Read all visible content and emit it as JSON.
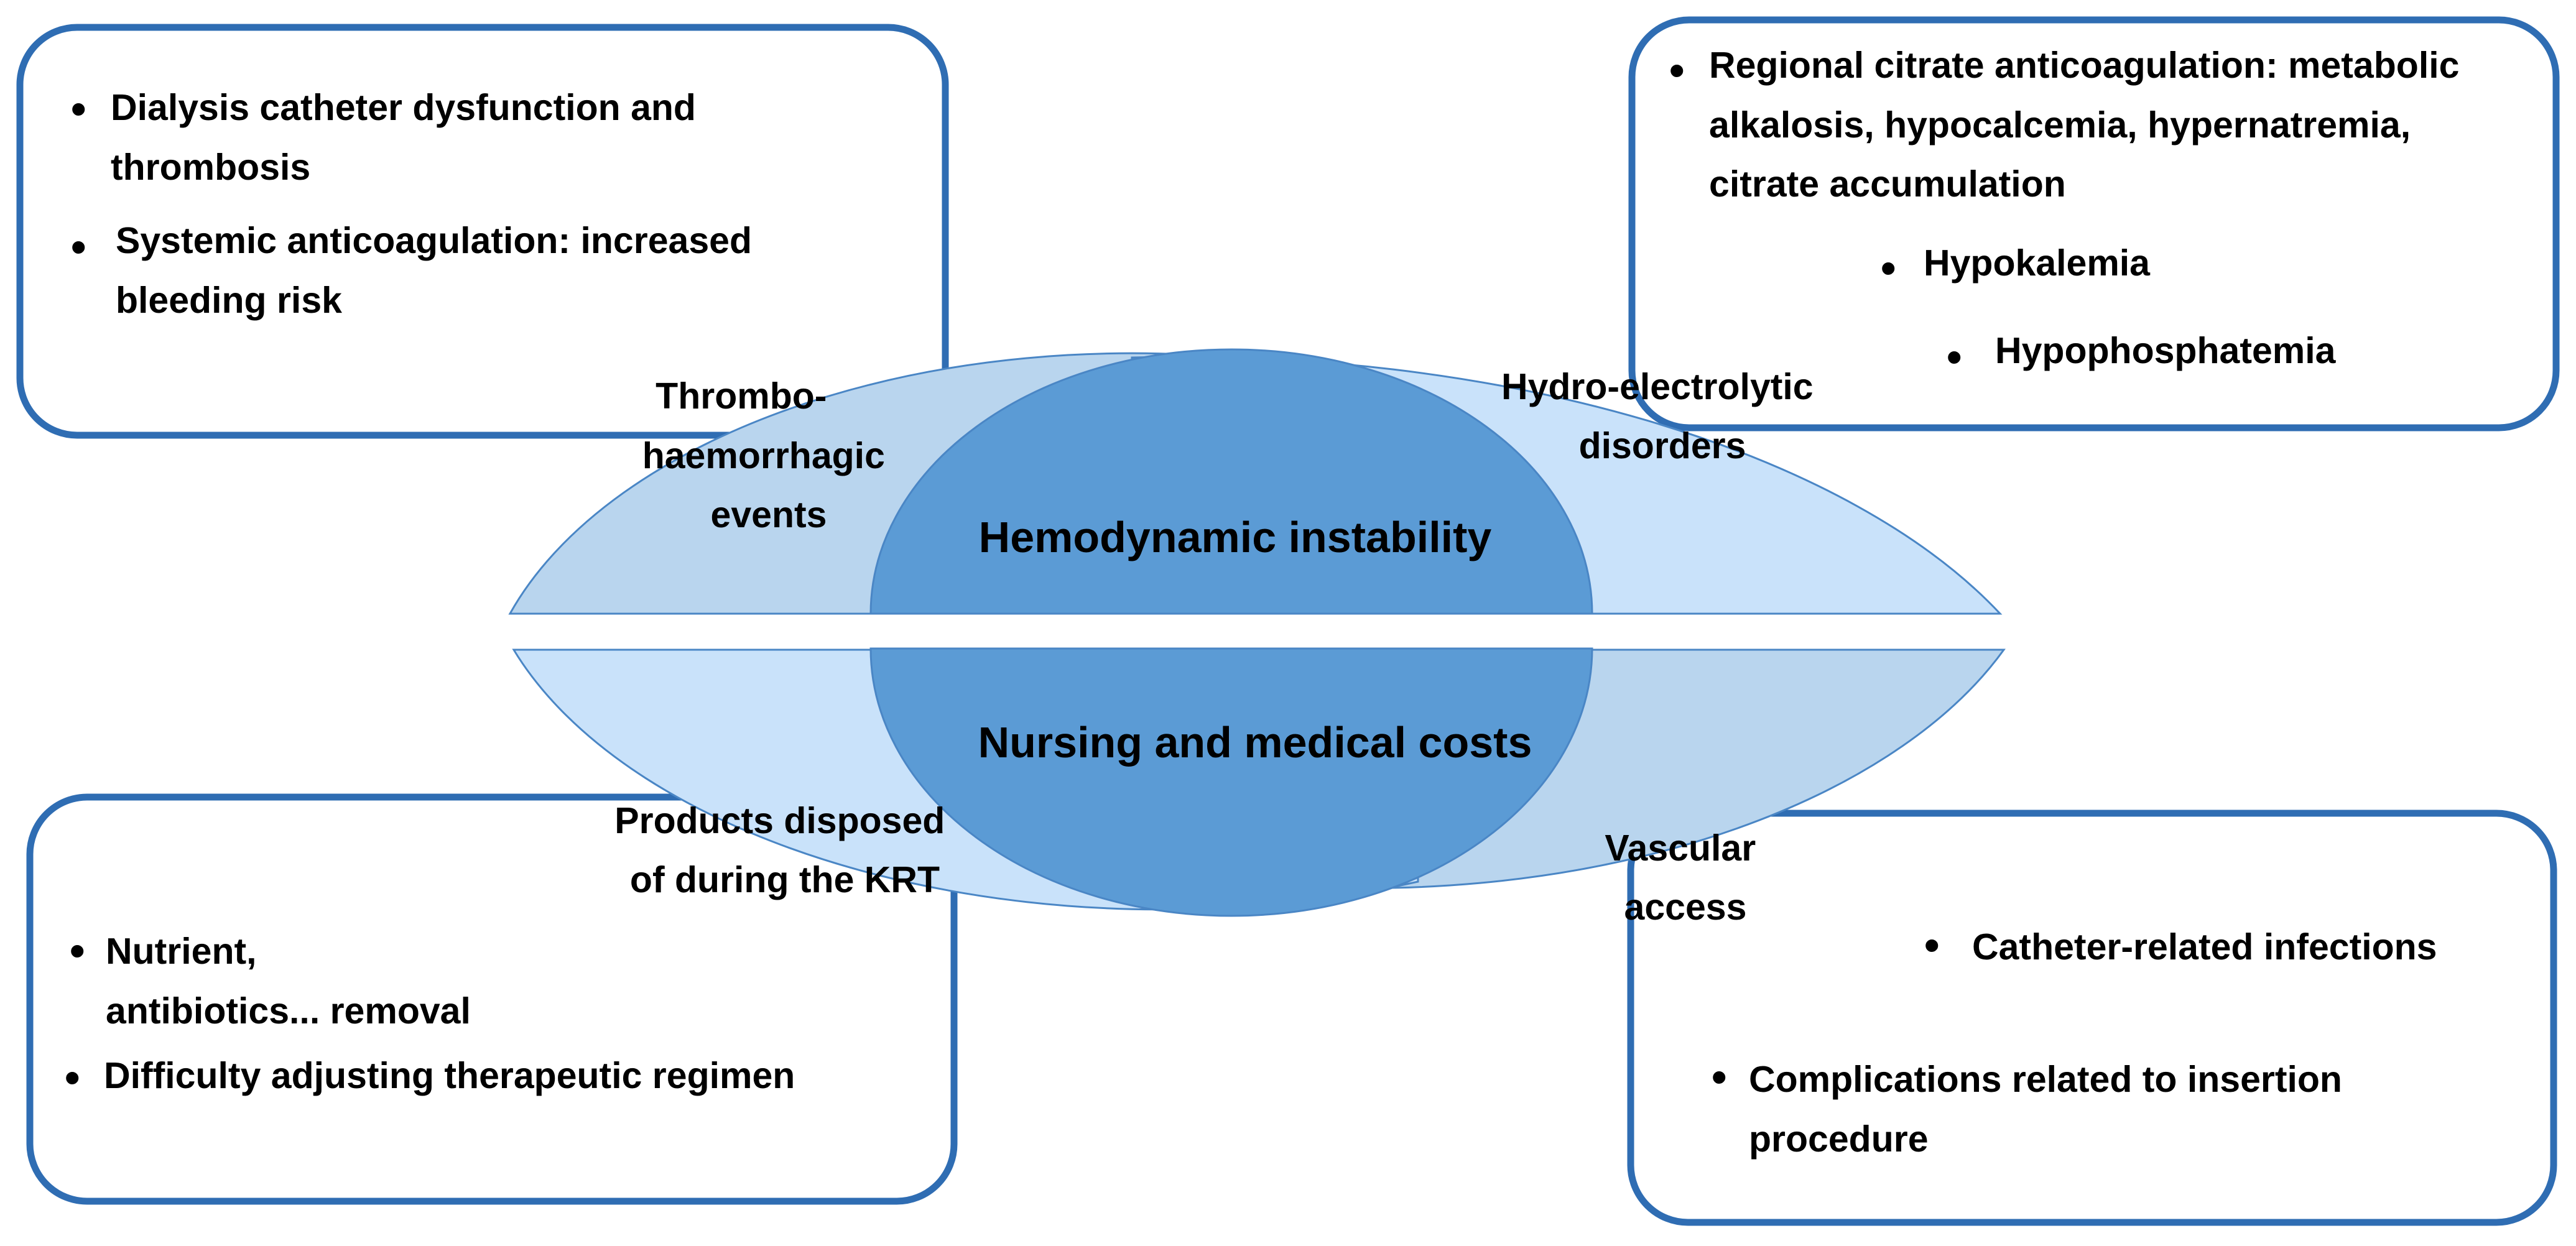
{
  "colors": {
    "box_border": "#2F6DB3",
    "light_fill": "#C9E2FA",
    "medium_fill": "#B9D5EE",
    "center_fill": "#5B9BD5",
    "ellipse_stroke": "#4A86C5"
  },
  "boxes": {
    "top_left": {
      "bullets": [
        [
          "Dialysis catheter dysfunction and",
          "thrombosis"
        ],
        [
          "Systemic anticoagulation: increased",
          "bleeding risk"
        ]
      ]
    },
    "top_right": {
      "bullets": [
        [
          "Regional citrate anticoagulation: metabolic",
          "alkalosis, hypocalcemia, hypernatremia,",
          "citrate accumulation"
        ],
        [
          "Hypokalemia"
        ],
        [
          "Hypophosphatemia"
        ]
      ]
    },
    "bottom_left": {
      "bullets": [
        [
          "Nutrient,",
          "antibiotics... removal"
        ],
        [
          "Difficulty adjusting therapeutic regimen"
        ]
      ]
    },
    "bottom_right": {
      "bullets": [
        [
          "Catheter-related infections"
        ],
        [
          "Complications related to insertion",
          "procedure"
        ]
      ]
    }
  },
  "regions": {
    "top_left": [
      "Thrombo-",
      "haemorrhagic",
      "events"
    ],
    "top_right": [
      "Hydro-electrolytic",
      "disorders"
    ],
    "bottom_left": [
      "Products disposed",
      "of during the KRT"
    ],
    "bottom_right": [
      "Vascular",
      "access"
    ]
  },
  "center": {
    "top": "Hemodynamic instability",
    "bottom": "Nursing and medical costs"
  }
}
